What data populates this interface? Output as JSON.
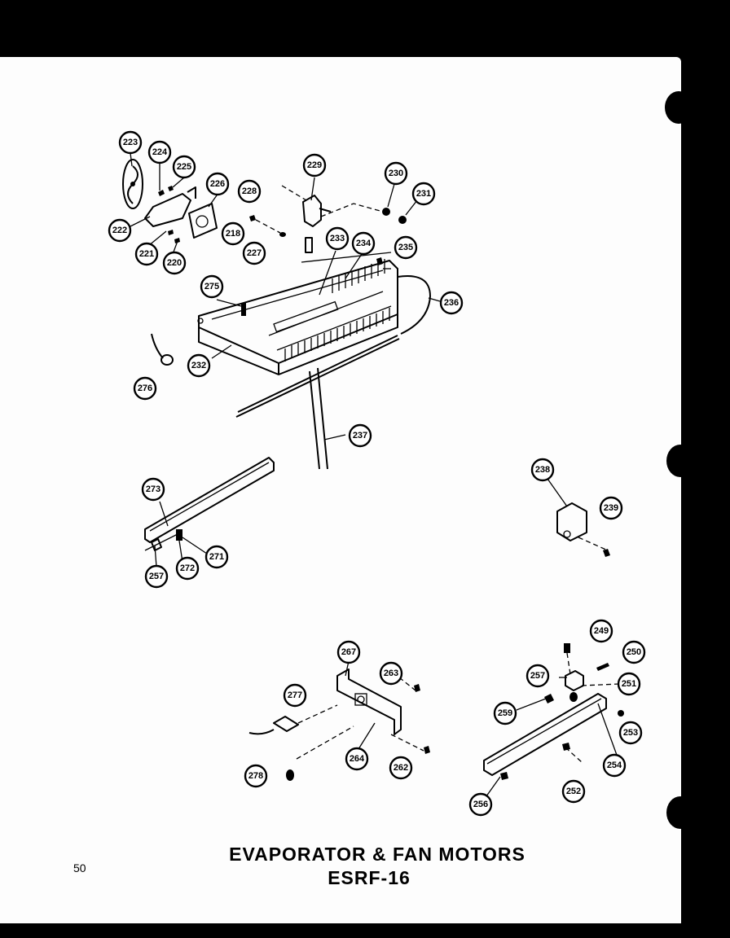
{
  "title": {
    "line1": "EVAPORATOR & FAN MOTORS",
    "line2": "ESRF-16"
  },
  "page_number": "50",
  "callouts": [
    "223",
    "224",
    "225",
    "226",
    "222",
    "221",
    "220",
    "228",
    "229",
    "230",
    "231",
    "218",
    "227",
    "233",
    "234",
    "235",
    "236",
    "275",
    "232",
    "276",
    "237",
    "273",
    "271",
    "272",
    "257",
    "238",
    "239",
    "267",
    "263",
    "277",
    "264",
    "262",
    "278",
    "249",
    "250",
    "257",
    "251",
    "259",
    "253",
    "254",
    "252",
    "256"
  ]
}
